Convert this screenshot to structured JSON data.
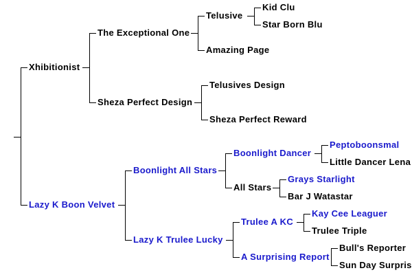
{
  "pedigree": {
    "colors": {
      "line": "#000000",
      "text": "#000000",
      "link": "#1a1acc",
      "background": "#ffffff"
    },
    "sire": {
      "name": "Xhibitionist",
      "sire": {
        "name": "The Exceptional One",
        "sire": {
          "name": "Telusive",
          "sire": {
            "name": "Kid Clu"
          },
          "dam": {
            "name": "Star Born Blu"
          }
        },
        "dam": {
          "name": "Amazing Page"
        }
      },
      "dam": {
        "name": "Sheza Perfect Design",
        "sire": {
          "name": "Telusives Design"
        },
        "dam": {
          "name": "Sheza Perfect Reward"
        }
      }
    },
    "dam": {
      "name": "Lazy K Boon Velvet",
      "sire": {
        "name": "Boonlight All Stars",
        "sire": {
          "name": "Boonlight Dancer",
          "sire": {
            "name": "Peptoboonsmal"
          },
          "dam": {
            "name": "Little Dancer Lena"
          }
        },
        "dam": {
          "name": "All Stars",
          "sire": {
            "name": "Grays Starlight"
          },
          "dam": {
            "name": "Bar J Watastar"
          }
        }
      },
      "dam": {
        "name": "Lazy K Trulee Lucky",
        "sire": {
          "name": "Trulee A KC",
          "sire": {
            "name": "Kay Cee Leaguer"
          },
          "dam": {
            "name": "Trulee Triple"
          }
        },
        "dam": {
          "name": "A Surprising Report",
          "sire": {
            "name": "Bull's Reporter"
          },
          "dam": {
            "name": "Sun Day Surprise"
          }
        }
      }
    }
  }
}
